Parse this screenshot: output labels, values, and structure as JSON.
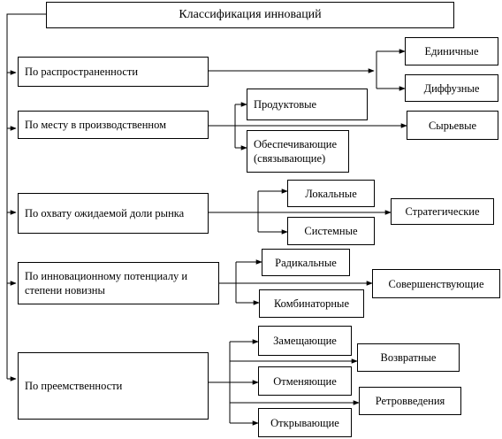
{
  "diagram": {
    "title": "Классификация инноваций",
    "criteria": {
      "spread": "По распространенности",
      "place": "По месту в производственном",
      "market": "По охвату ожидаемой доли рынка",
      "potential": "По инновационному потенциалу и степени новизны",
      "continuity": "По преемственности"
    },
    "types": {
      "single": "Единичные",
      "diffuse": "Диффузные",
      "product": "Продуктовые",
      "raw": "Сырьевые",
      "supporting": "Обеспечивающие (связывающие)",
      "local": "Локальные",
      "strategic": "Стратегические",
      "system": "Системные",
      "radical": "Радикальные",
      "improving": "Совершенствующие",
      "combinatorial": "Комбинаторные",
      "replacing": "Замещающие",
      "returning": "Возвратные",
      "cancelling": "Отменяющие",
      "retro": "Ретровведения",
      "opening": "Открывающие"
    }
  }
}
